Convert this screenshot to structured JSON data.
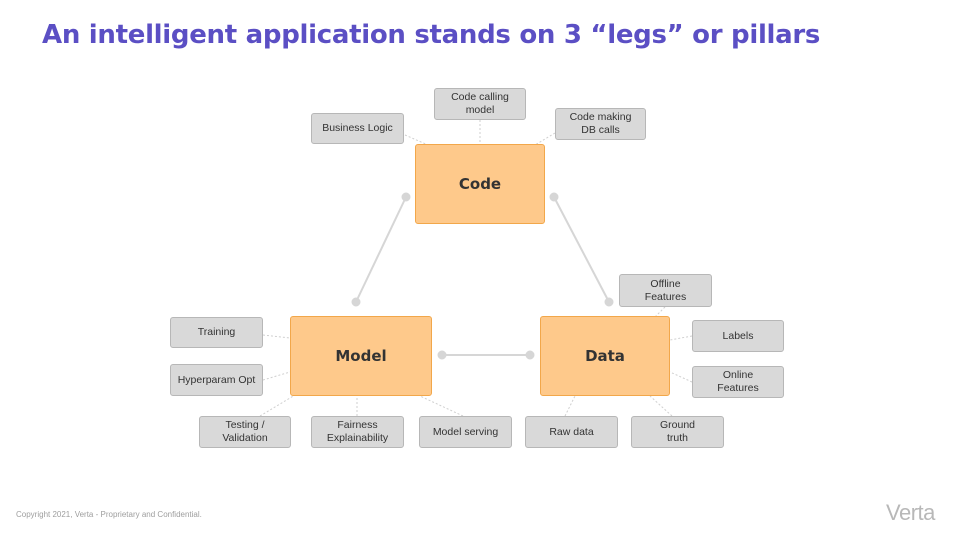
{
  "title": "An intelligent application stands on 3 “legs” or pillars",
  "pillars": {
    "code": "Code",
    "model": "Model",
    "data": "Data"
  },
  "code_items": {
    "business_logic": "Business Logic",
    "code_calling_model": "Code calling model",
    "code_making_db_calls": "Code making DB calls"
  },
  "model_items": {
    "training": "Training",
    "hyperparam_opt": "Hyperparam Opt",
    "testing_validation": "Testing / Validation",
    "fairness_explainability": "Fairness Explainability",
    "model_serving": "Model serving"
  },
  "data_items": {
    "offline_features": "Offline Features",
    "labels": "Labels",
    "online_features": "Online Features",
    "raw_data": "Raw data",
    "ground_truth": "Ground truth"
  },
  "footer": "Copyright 2021, Verta  -  Proprietary and Confidential.",
  "logo": "Verta",
  "colors": {
    "title": "#5b4fc4",
    "pillar_fill": "#fec98b",
    "pillar_border": "#f2a74a",
    "chip_fill": "#d9d9d9",
    "connector": "#d9d9d9"
  }
}
